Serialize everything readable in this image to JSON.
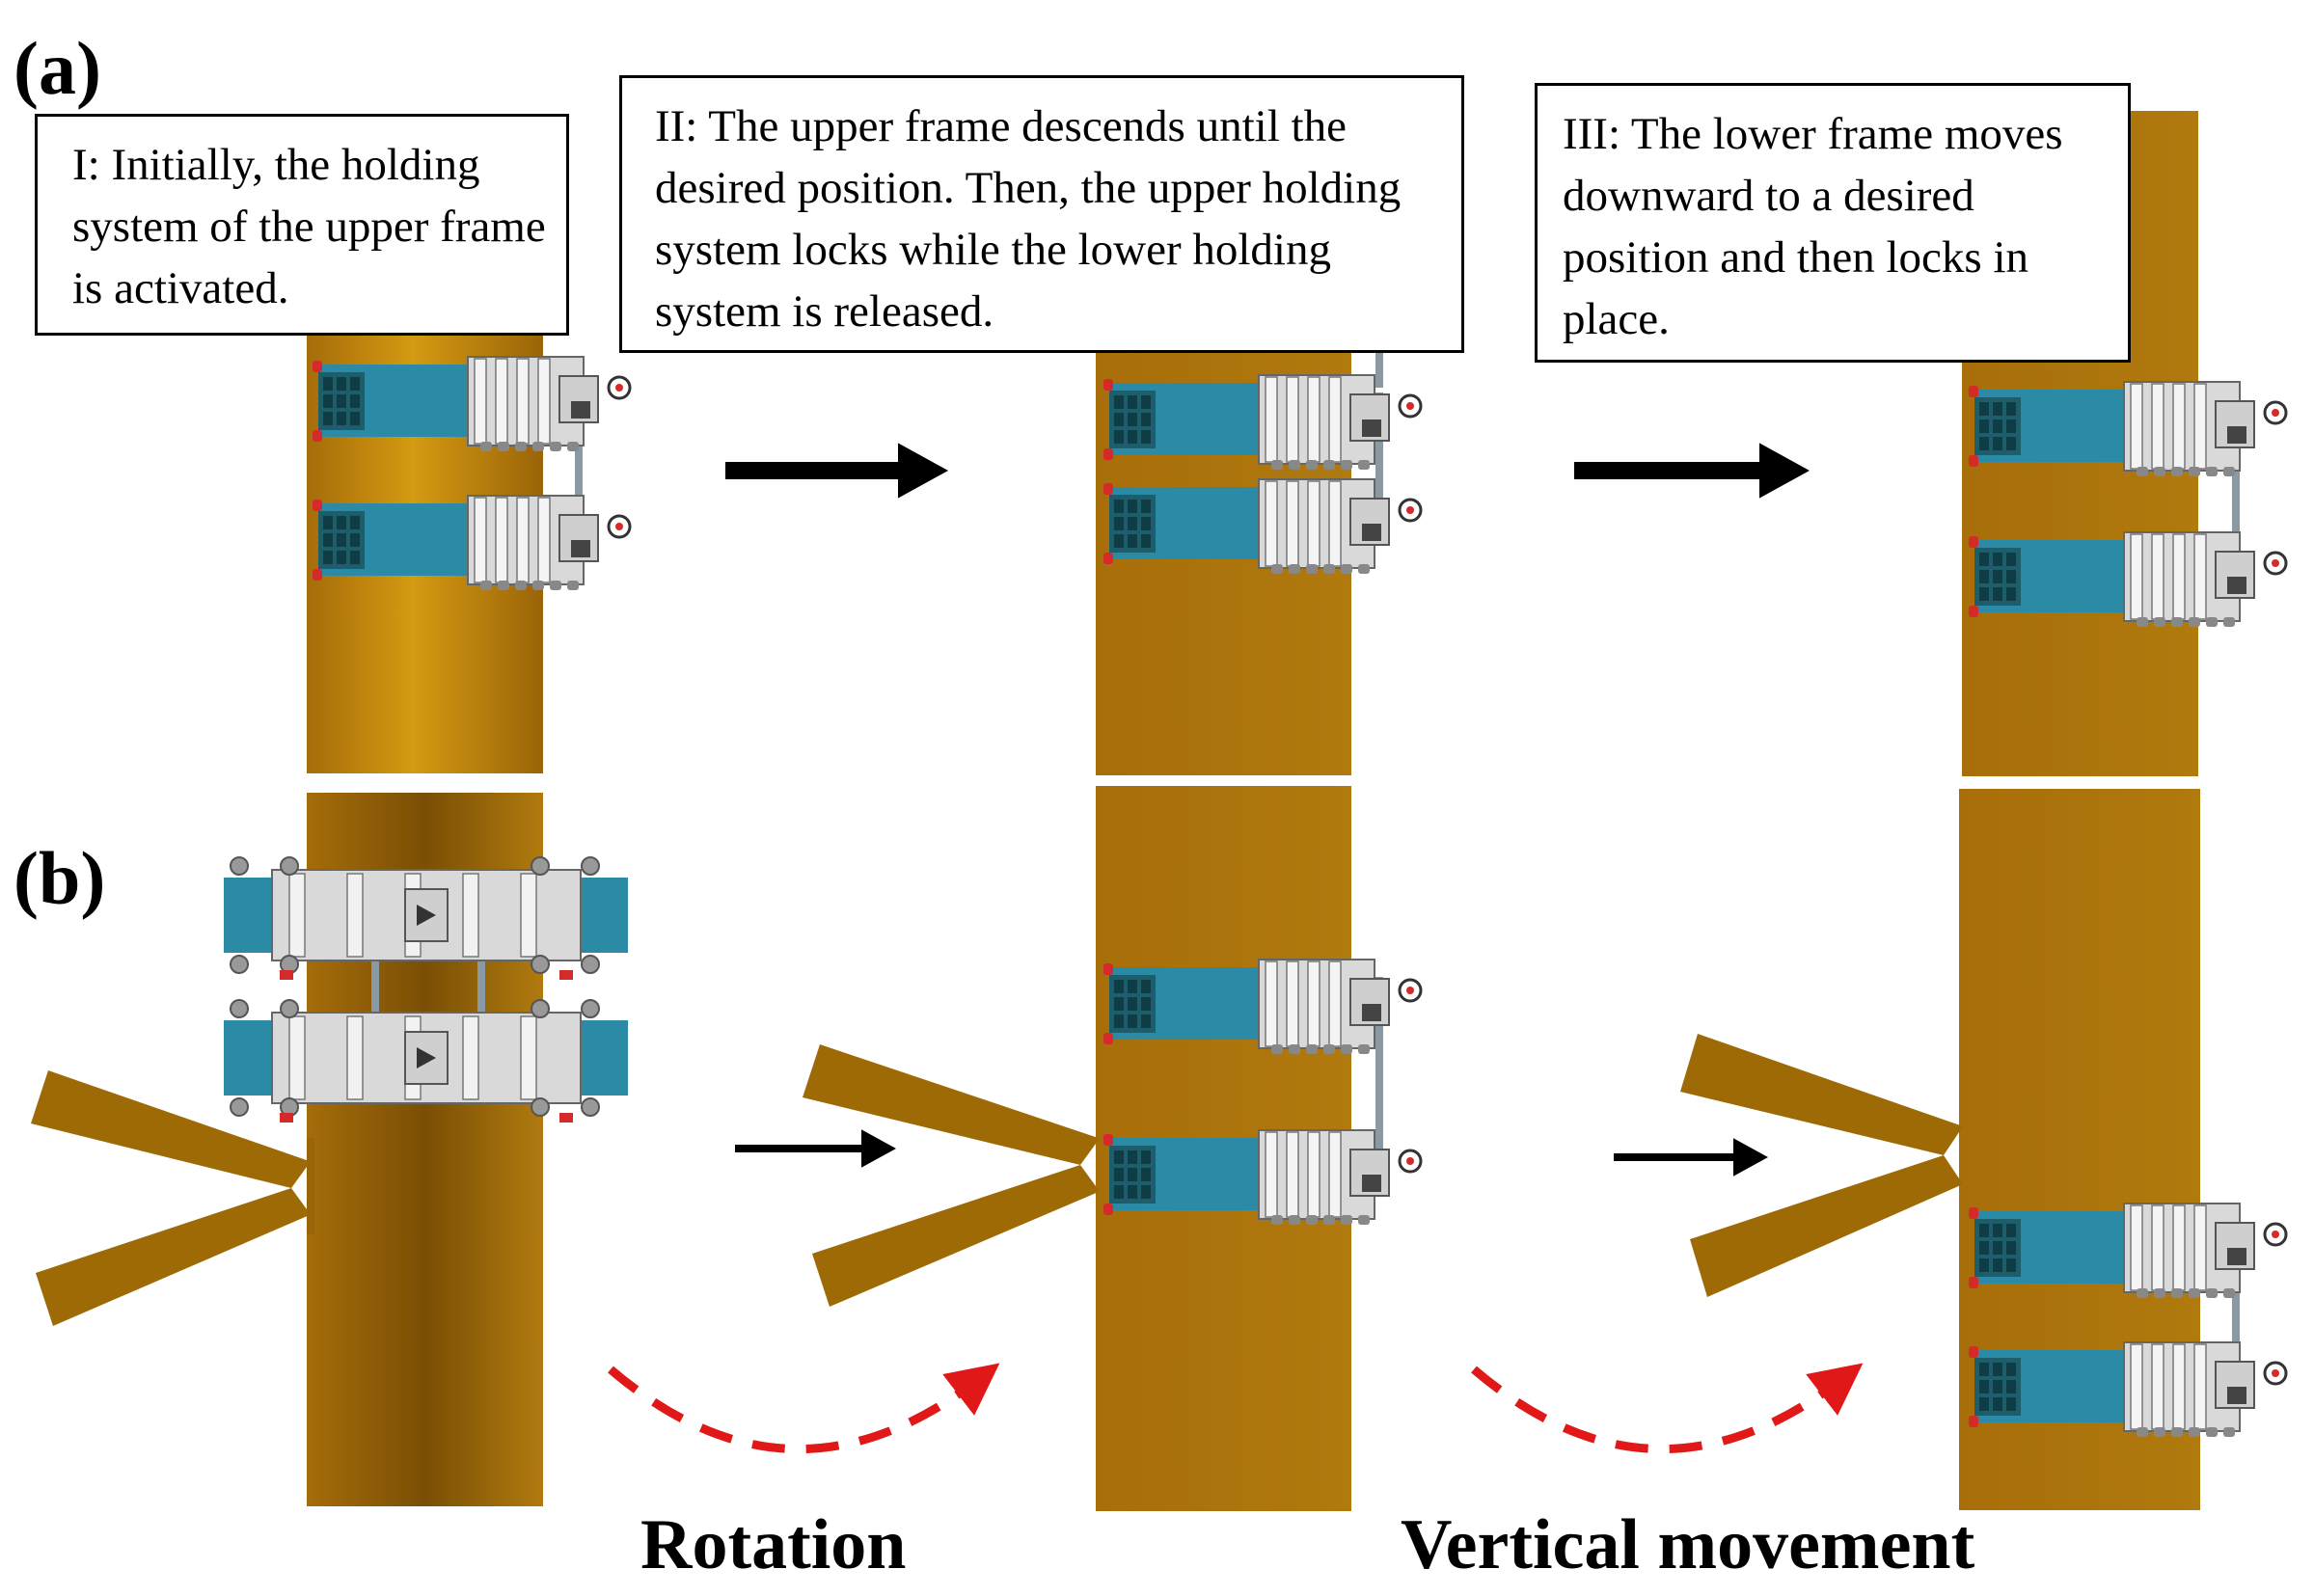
{
  "panels": {
    "a_label": "(a)",
    "b_label": "(b)"
  },
  "steps": [
    {
      "id": "I",
      "text": "I: Initially, the holding system of the upper frame is activated."
    },
    {
      "id": "II",
      "text": "II: The upper frame descends until the desired position. Then, the upper holding system locks while the lower holding system is released."
    },
    {
      "id": "III",
      "text": "III: The lower frame moves downward to a desired position and then locks in place."
    }
  ],
  "captions": {
    "rotation": "Rotation",
    "vertical_movement": "Vertical movement"
  },
  "colors": {
    "pole": "#b87a0c",
    "pole_dark": "#8a5a05",
    "branch": "#9e6a06",
    "clamp_body": "#2b8aa6",
    "clamp_panel": "#1d5e6a",
    "frame_metal": "#d9d9d9",
    "wheel_red": "#d42a2a",
    "arrow": "#000000",
    "dashed_arrow": "#e01818"
  },
  "icons": [
    "right-arrow-icon",
    "dashed-curved-arrow-icon",
    "wheel-icon"
  ]
}
